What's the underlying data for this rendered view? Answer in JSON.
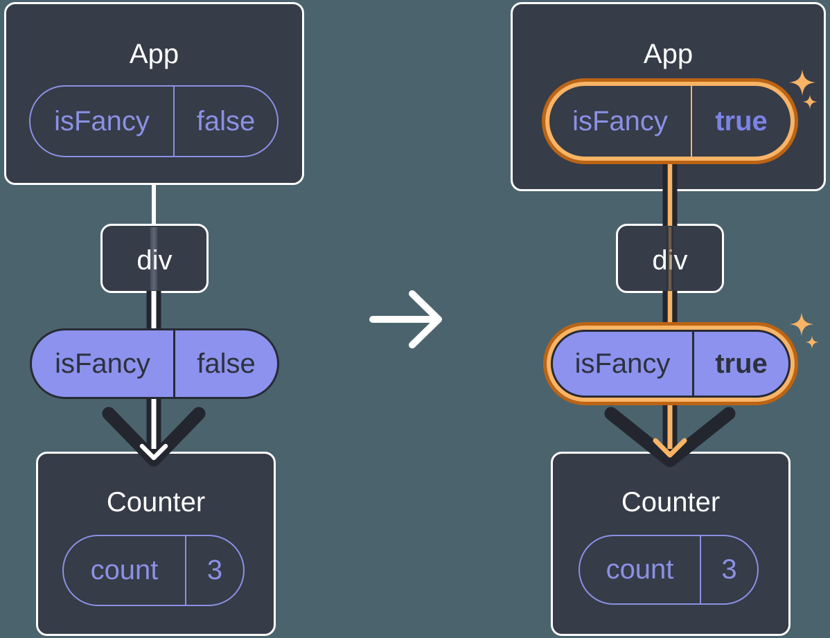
{
  "colors": {
    "background": "#4B636D",
    "box_fill": "#363C48",
    "box_border": "#FFFFFF",
    "purple_outline": "#8B91E4",
    "purple_fill": "#8D92EE",
    "dark_ink": "#23262E",
    "highlight_orange": "#F9B465",
    "highlight_orange_dark": "#BC6414"
  },
  "before": {
    "app": {
      "title": "App",
      "state": {
        "name": "isFancy",
        "value": "false"
      }
    },
    "container": {
      "title": "div"
    },
    "prop": {
      "name": "isFancy",
      "value": "false"
    },
    "counter": {
      "title": "Counter",
      "state": {
        "name": "count",
        "value": "3"
      }
    }
  },
  "after": {
    "app": {
      "title": "App",
      "state": {
        "name": "isFancy",
        "value": "true"
      }
    },
    "container": {
      "title": "div"
    },
    "prop": {
      "name": "isFancy",
      "value": "true"
    },
    "counter": {
      "title": "Counter",
      "state": {
        "name": "count",
        "value": "3"
      }
    }
  }
}
